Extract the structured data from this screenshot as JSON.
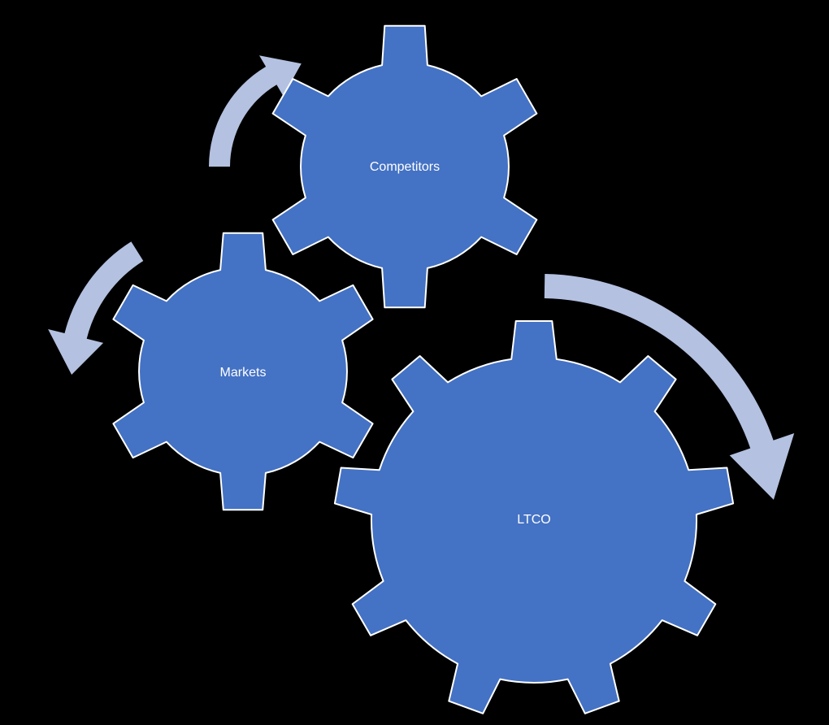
{
  "gears": [
    {
      "id": "markets",
      "label": "Markets"
    },
    {
      "id": "competitors",
      "label": "Competitors"
    },
    {
      "id": "ltco",
      "label": "LTCO"
    }
  ],
  "colors": {
    "background": "#000000",
    "gear_fill": "#4472C4",
    "gear_outline": "#FFFFFF",
    "arrow_fill": "#B4C1E0",
    "label_text": "#FFFFFF"
  },
  "icons": {
    "arrows": [
      "curved-arrow-icon",
      "curved-arrow-icon",
      "curved-arrow-icon"
    ]
  }
}
